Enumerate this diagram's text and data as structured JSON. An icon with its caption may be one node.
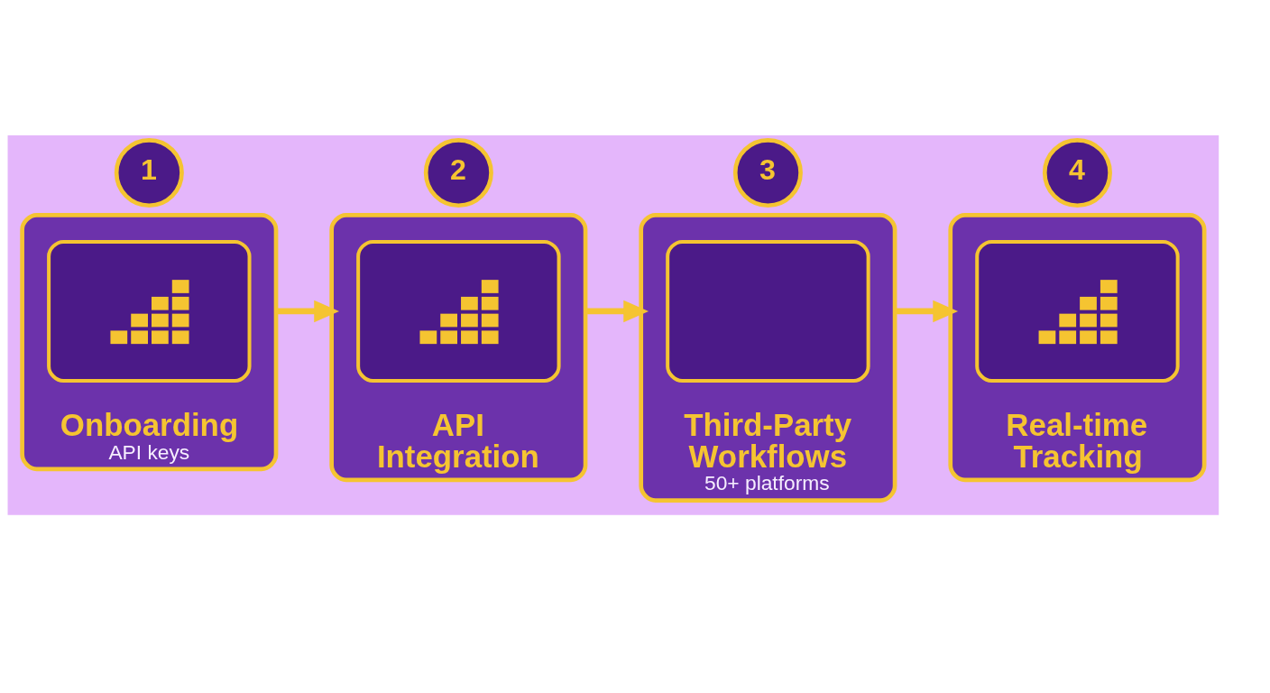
{
  "diagram": {
    "nodes": [
      {
        "text": [
          "1"
        ]
      },
      {
        "text": [
          "Onboarding",
          "API keys"
        ]
      },
      {
        "text": [],
        "shape": "picture",
        "in": 1
      },
      {
        "text": [
          "2"
        ]
      },
      {
        "text": [
          "API Integration"
        ]
      },
      {
        "text": [],
        "shape": "picture",
        "in": 4
      },
      {
        "text": [
          "3"
        ]
      },
      {
        "text": [
          "Third-Party Workflows",
          "50+ platforms"
        ]
      },
      {
        "text": [],
        "shape": "box",
        "in": 7
      },
      {
        "text": [
          "4"
        ]
      },
      {
        "text": [
          "Real-time Tracking"
        ]
      },
      {
        "text": [],
        "shape": "picture",
        "in": 10
      }
    ],
    "edges": [
      {
        "from": 1,
        "to": 4,
        "arrow": "to"
      },
      {
        "from": 4,
        "to": 7,
        "arrow": "to"
      },
      {
        "from": 7,
        "to": 10,
        "arrow": "to"
      }
    ]
  }
}
